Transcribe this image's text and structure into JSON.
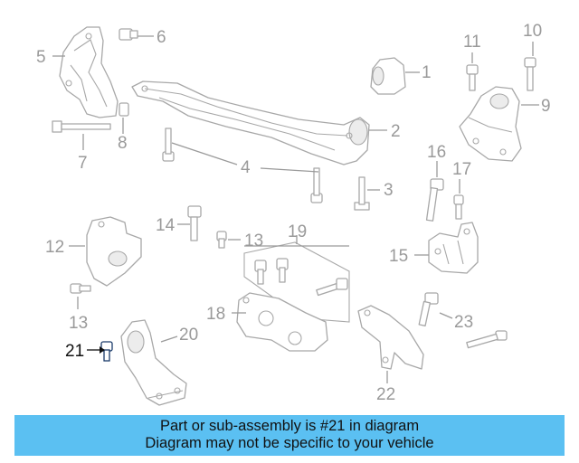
{
  "callouts": {
    "c1": "1",
    "c2": "2",
    "c3": "3",
    "c4": "4",
    "c5": "5",
    "c6": "6",
    "c7": "7",
    "c8": "8",
    "c9": "9",
    "c10": "10",
    "c11": "11",
    "c12": "12",
    "c13a": "13",
    "c13b": "13",
    "c14": "14",
    "c15": "15",
    "c16": "16",
    "c17": "17",
    "c18": "18",
    "c19": "19",
    "c20": "20",
    "c21": "21",
    "c22": "22",
    "c23": "23"
  },
  "highlight": {
    "callout": "21",
    "color": "#111111",
    "part_color": "#1a3a6a"
  },
  "banner": {
    "line1": "Part or sub-assembly is #21 in diagram",
    "line2": "Diagram may not be specific to your vehicle",
    "background": "#5bc0f2"
  }
}
